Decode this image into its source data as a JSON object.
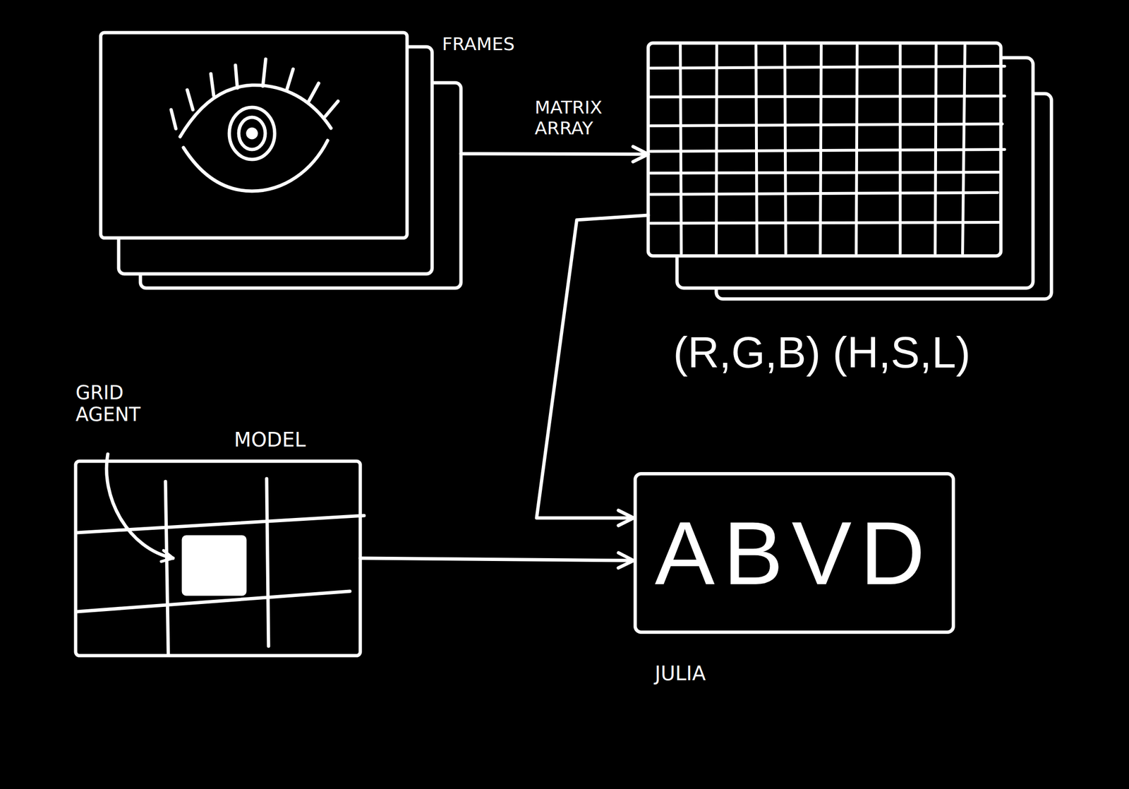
{
  "diagram": {
    "nodes": [
      {
        "text": [
          "FRAMES"
        ]
      },
      {
        "text": [
          "(R,G,B) (H,S,L)"
        ]
      },
      {
        "text": [
          "MODEL"
        ]
      },
      {
        "text": [
          "ABVD",
          "JULIA"
        ]
      }
    ],
    "edges": [
      {
        "from": 0,
        "to": 1,
        "arrow": "to",
        "label": "MATRIX ARRAY"
      },
      {
        "from": 1,
        "to": 3,
        "arrow": "to"
      },
      {
        "from": 2,
        "to": 3,
        "arrow": "to"
      }
    ],
    "labels": [
      "GRID AGENT"
    ]
  }
}
